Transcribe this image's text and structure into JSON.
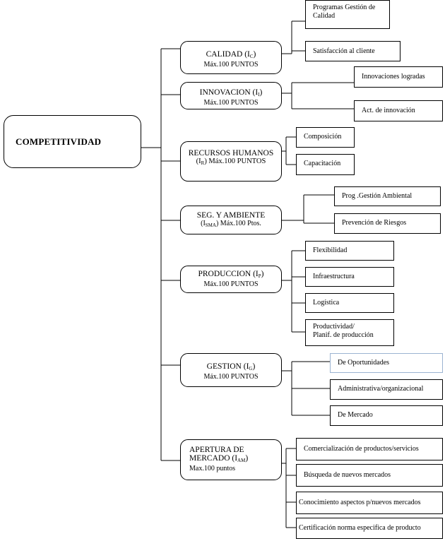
{
  "root": {
    "label": "COMPETITIVIDAD"
  },
  "categories": [
    {
      "name": "CALIDAD (I",
      "sub": "C",
      "close": ")",
      "line2": "Máx.100 PUNTOS",
      "children": [
        "Programas Gestión de Calidad",
        "Satisfacción al cliente"
      ]
    },
    {
      "name": "INNOVACION (I",
      "sub": "I",
      "close": ")",
      "line2": "Máx.100 PUNTOS",
      "children": [
        "Innovaciones logradas",
        "Act. de innovación"
      ]
    },
    {
      "name": "RECURSOS HUMANOS",
      "line2_pre": "(I",
      "sub": "R",
      "line2_post": ") Máx.100 PUNTOS",
      "children": [
        "Composición",
        "Capacitación"
      ]
    },
    {
      "name": "SEG. Y AMBIENTE",
      "line2_pre": "(I",
      "sub": "SMA",
      "line2_post": ") Máx.100  Ptos.",
      "children": [
        "Prog .Gestión Ambiental",
        "Prevención de Riesgos"
      ]
    },
    {
      "name": "PRODUCCION (I",
      "sub": "P",
      "close": ")",
      "line2": "Máx.100 PUNTOS",
      "children": [
        "Flexibilidad",
        "Infraestructura",
        "Logística",
        "Productividad/ Planif. de producción"
      ]
    },
    {
      "name": "GESTION (I",
      "sub": "G",
      "close": ")",
      "line2": "Máx.100 PUNTOS",
      "children": [
        "De  Oportunidades",
        "Administrativa/organizacional",
        "De Mercado"
      ]
    },
    {
      "name": "APERTURA DE",
      "name2": "MERCADO (I",
      "sub": "AM",
      "close": ")",
      "line2": "Max.100 puntos",
      "children": [
        "Comercialización de productos/servicios",
        "Búsqueda de nuevos mercados",
        "Conocimiento aspectos p/nuevos mercados",
        "Certificación norma especifica de producto"
      ]
    }
  ]
}
